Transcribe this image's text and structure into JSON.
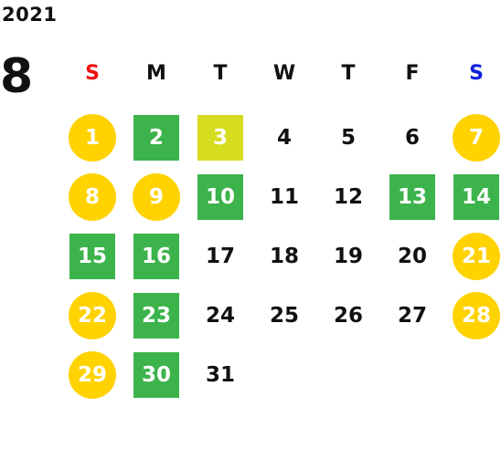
{
  "calendar": {
    "year": "2021",
    "month": "8",
    "colors": {
      "sunday": "#ee1111",
      "saturday": "#1122dd",
      "weekday_text": "#111111",
      "circle": "#ffd200",
      "square": "#3cb34b",
      "highlight": "#d6dc1e"
    },
    "weekdays": [
      {
        "label": "S",
        "style": "sunday"
      },
      {
        "label": "M",
        "style": "plain"
      },
      {
        "label": "T",
        "style": "plain"
      },
      {
        "label": "W",
        "style": "plain"
      },
      {
        "label": "T",
        "style": "plain"
      },
      {
        "label": "F",
        "style": "plain"
      },
      {
        "label": "S",
        "style": "saturday"
      }
    ],
    "days": [
      {
        "label": "1",
        "style": "circle"
      },
      {
        "label": "2",
        "style": "square"
      },
      {
        "label": "3",
        "style": "highlight"
      },
      {
        "label": "4",
        "style": "plain"
      },
      {
        "label": "5",
        "style": "plain"
      },
      {
        "label": "6",
        "style": "plain"
      },
      {
        "label": "7",
        "style": "circle"
      },
      {
        "label": "8",
        "style": "circle"
      },
      {
        "label": "9",
        "style": "circle"
      },
      {
        "label": "10",
        "style": "square"
      },
      {
        "label": "11",
        "style": "plain"
      },
      {
        "label": "12",
        "style": "plain"
      },
      {
        "label": "13",
        "style": "square"
      },
      {
        "label": "14",
        "style": "square"
      },
      {
        "label": "15",
        "style": "square"
      },
      {
        "label": "16",
        "style": "square"
      },
      {
        "label": "17",
        "style": "plain"
      },
      {
        "label": "18",
        "style": "plain"
      },
      {
        "label": "19",
        "style": "plain"
      },
      {
        "label": "20",
        "style": "plain"
      },
      {
        "label": "21",
        "style": "circle"
      },
      {
        "label": "22",
        "style": "circle"
      },
      {
        "label": "23",
        "style": "square"
      },
      {
        "label": "24",
        "style": "plain"
      },
      {
        "label": "25",
        "style": "plain"
      },
      {
        "label": "26",
        "style": "plain"
      },
      {
        "label": "27",
        "style": "plain"
      },
      {
        "label": "28",
        "style": "circle"
      },
      {
        "label": "29",
        "style": "circle"
      },
      {
        "label": "30",
        "style": "square"
      },
      {
        "label": "31",
        "style": "plain"
      }
    ]
  }
}
